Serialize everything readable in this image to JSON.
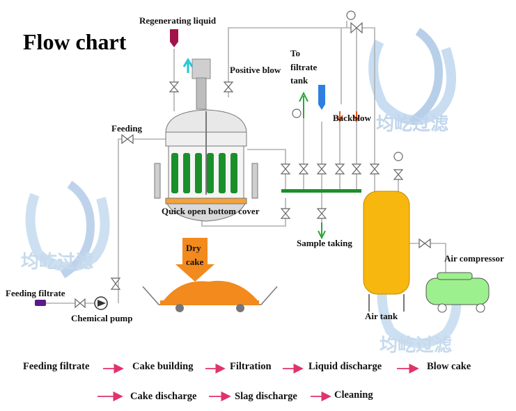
{
  "title": "Flow chart",
  "labels": {
    "regenerating_liquid": "Regenerating liquid",
    "positive_blow": "Positive blow",
    "to_filtrate_tank": "To filtrate tank",
    "feeding": "Feeding",
    "backblow": "Backblow",
    "quick_open_bottom_cover": "Quick open bottom cover",
    "sample_taking": "Sample taking",
    "dry_cake": "Dry cake",
    "air_compressor": "Air compressor",
    "air_tank": "Air tank",
    "feeding_filtrate": "Feeding filtrate",
    "chemical_pump": "Chemical pump"
  },
  "process_steps": [
    "Feeding filtrate",
    "Cake building",
    "Filtration",
    "Liquid discharge",
    "Blow cake",
    "Cake discharge",
    "Slag discharge",
    "Cleaning"
  ],
  "watermark_text": "均屹过滤",
  "colors": {
    "pipe": "#b0b0b0",
    "filter_element": "#1b8f2a",
    "air_tank": "#f7b70f",
    "compressor": "#9df08e",
    "cake": "#f28a1e",
    "arrow": "#e0336a",
    "regenerating_marker": "#a0144b",
    "backblow_arrow": "#e8531e",
    "feed_inlet": "#5a1a8a",
    "sample_arrow": "#2aa53a",
    "filtrate_probe": "#2f7fe0",
    "watermark": "#8fb6dd"
  }
}
